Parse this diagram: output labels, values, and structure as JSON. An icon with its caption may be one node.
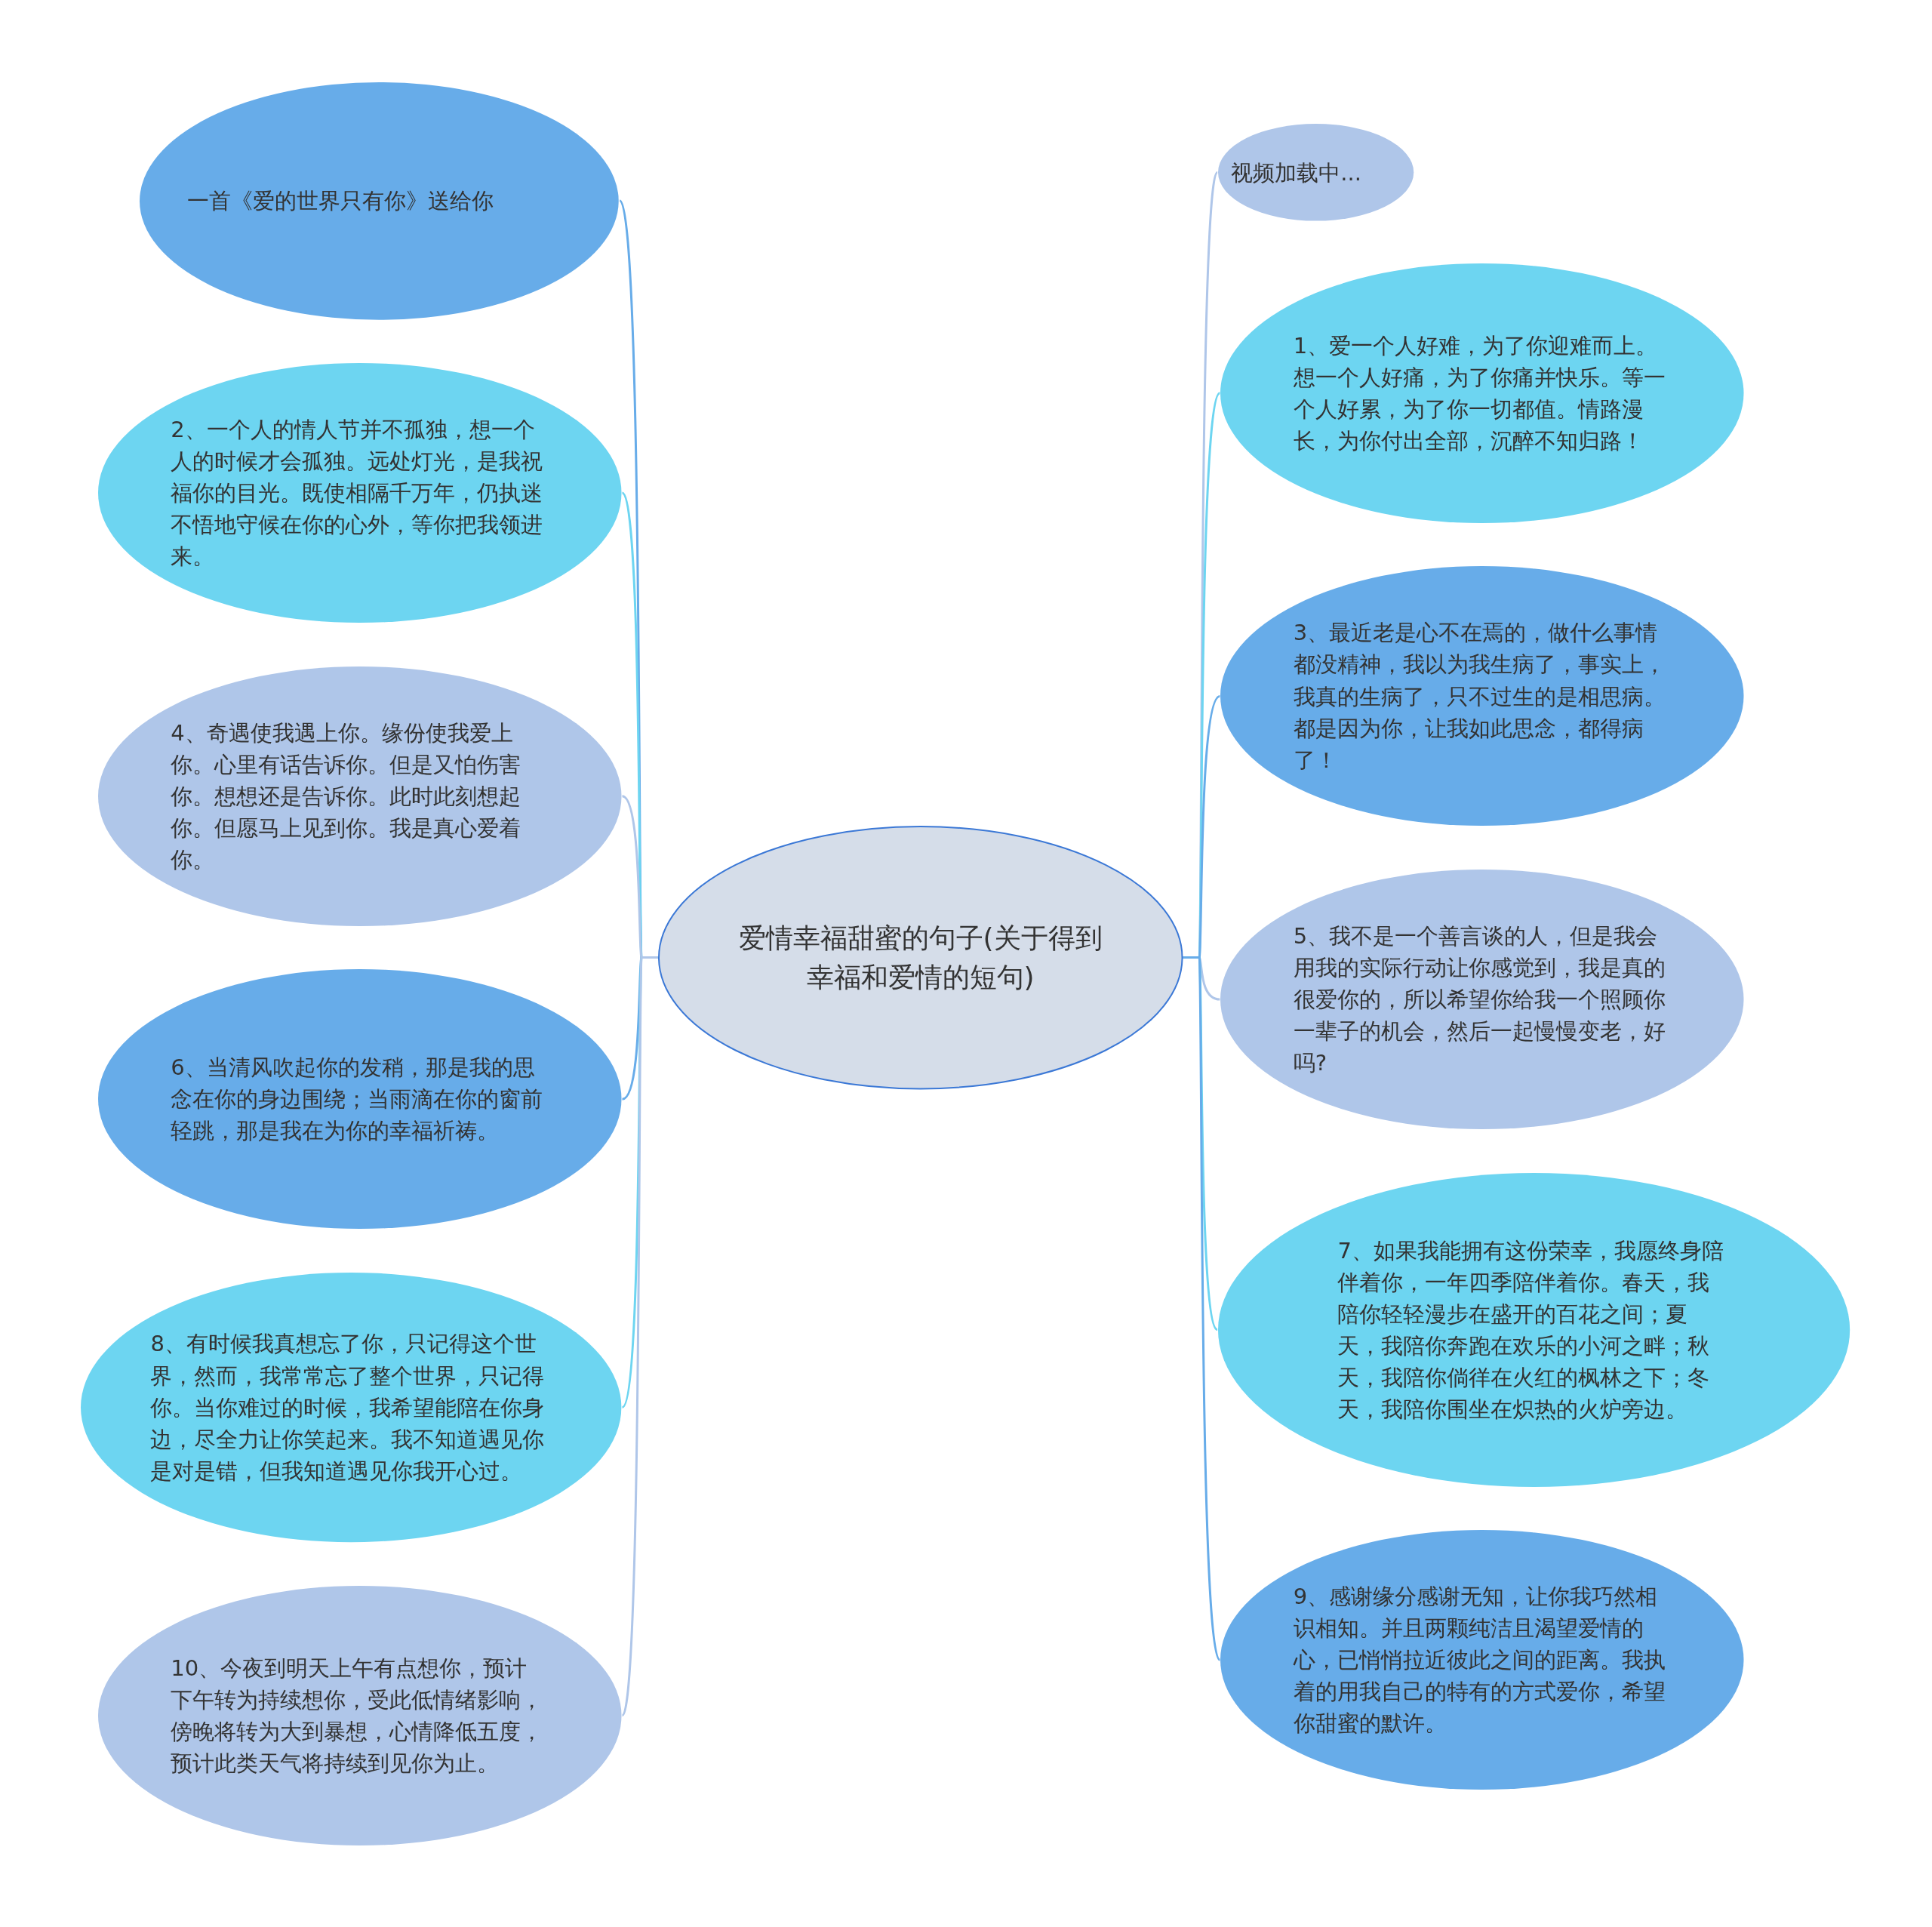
{
  "diagram": {
    "nodes": [
      {
        "text": [
          "爱情幸福甜蜜的句子(关于得到幸福和爱情的短句)"
        ]
      },
      {
        "text": [
          "一首《爱的世界只有你》送给你"
        ]
      },
      {
        "text": [
          "2、一个人的情人节并不孤独，想一个人的时候才会孤独。远处灯光，是我祝福你的目光。既使相隔千万年，仍执迷不悟地守候在你的心外，等你把我领进来。"
        ]
      },
      {
        "text": [
          "4、奇遇使我遇上你。缘份使我爱上你。心里有话告诉你。但是又怕伤害你。想想还是告诉你。此时此刻想起你。但愿马上见到你。我是真心爱着你。"
        ]
      },
      {
        "text": [
          "6、当清风吹起你的发稍，那是我的思念在你的身边围绕；当雨滴在你的窗前轻跳，那是我在为你的幸福祈祷。"
        ]
      },
      {
        "text": [
          "8、有时候我真想忘了你，只记得这个世界，然而，我常常忘了整个世界，只记得你。当你难过的时候，我希望能陪在你身边，尽全力让你笑起来。我不知道遇见你是对是错，但我知道遇见你我开心过。"
        ]
      },
      {
        "text": [
          "10、今夜到明天上午有点想你，预计下午转为持续想你，受此低情绪影响，傍晚将转为大到暴想，心情降低五度，预计此类天气将持续到见你为止。"
        ]
      },
      {
        "text": [
          "视频加载中..."
        ]
      },
      {
        "text": [
          "1、爱一个人好难，为了你迎难而上。想一个人好痛，为了你痛并快乐。等一个人好累，为了你一切都值。情路漫长，为你付出全部，沉醉不知归路！"
        ]
      },
      {
        "text": [
          "3、最近老是心不在焉的，做什么事情都没精神，我以为我生病了，事实上，我真的生病了，只不过生的是相思病。都是因为你，让我如此思念，都得病了！"
        ]
      },
      {
        "text": [
          "5、我不是一个善言谈的人，但是我会用我的实际行动让你感觉到，我是真的很爱你的，所以希望你给我一个照顾你一辈子的机会，然后一起慢慢变老，好吗?"
        ]
      },
      {
        "text": [
          "7、如果我能拥有这份荣幸，我愿终身陪伴着你，一年四季陪伴着你。春天，我陪你轻轻漫步在盛开的百花之间；夏天，我陪你奔跑在欢乐的小河之畔；秋天，我陪你倘徉在火红的枫林之下；冬天，我陪你围坐在炽热的火炉旁边。"
        ]
      },
      {
        "text": [
          "9、感谢缘分感谢无知，让你我巧然相识相知。并且两颗纯洁且渴望爱情的心，已悄悄拉近彼此之间的距离。我执着的用我自己的特有的方式爱你，希望你甜蜜的默许。"
        ]
      }
    ],
    "edges": [
      {
        "from": 0,
        "to": 1,
        "arrow": "none",
        "color": "#67ace9"
      },
      {
        "from": 0,
        "to": 2,
        "arrow": "none",
        "color": "#6dd5f1"
      },
      {
        "from": 0,
        "to": 3,
        "arrow": "none",
        "color": "#afc6e9"
      },
      {
        "from": 0,
        "to": 4,
        "arrow": "none",
        "color": "#67ace9"
      },
      {
        "from": 0,
        "to": 5,
        "arrow": "none",
        "color": "#6dd5f1"
      },
      {
        "from": 0,
        "to": 6,
        "arrow": "none",
        "color": "#afc6e9"
      },
      {
        "from": 0,
        "to": 7,
        "arrow": "none",
        "color": "#afc6e9"
      },
      {
        "from": 0,
        "to": 8,
        "arrow": "none",
        "color": "#6dd5f1"
      },
      {
        "from": 0,
        "to": 9,
        "arrow": "none",
        "color": "#67ace9"
      },
      {
        "from": 0,
        "to": 10,
        "arrow": "none",
        "color": "#afc6e9"
      },
      {
        "from": 0,
        "to": 11,
        "arrow": "none",
        "color": "#6dd5f1"
      },
      {
        "from": 0,
        "to": 12,
        "arrow": "none",
        "color": "#67ace9"
      }
    ]
  }
}
